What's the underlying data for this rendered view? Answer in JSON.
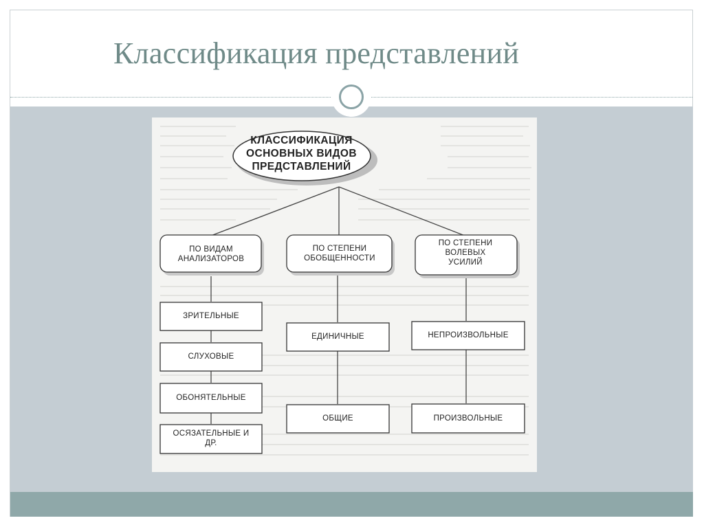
{
  "slide": {
    "title": "Классификация представлений"
  },
  "diagram": {
    "root": "КЛАССИФИКАЦИЯ ОСНОВНЫХ ВИДОВ ПРЕДСТАВЛЕНИЙ",
    "categories": [
      {
        "label": "ПО ВИДАМ АНАЛИЗАТОРОВ",
        "items": [
          "ЗРИТЕЛЬНЫЕ",
          "СЛУХОВЫЕ",
          "ОБОНЯТЕЛЬНЫЕ",
          "ОСЯЗАТЕЛЬНЫЕ И ДР."
        ]
      },
      {
        "label": "ПО СТЕПЕНИ ОБОБЩЕННОСТИ",
        "items": [
          "ЕДИНИЧНЫЕ",
          "ОБЩИЕ"
        ]
      },
      {
        "label": "ПО СТЕПЕНИ ВОЛЕВЫХ УСИЛИЙ",
        "items": [
          "НЕПРОИЗВОЛЬНЫЕ",
          "ПРОИЗВОЛЬНЫЕ"
        ]
      }
    ]
  },
  "colors": {
    "title": "#6f8a88",
    "band": "#c4cdd3",
    "accent_bar": "#8fa8a9"
  }
}
